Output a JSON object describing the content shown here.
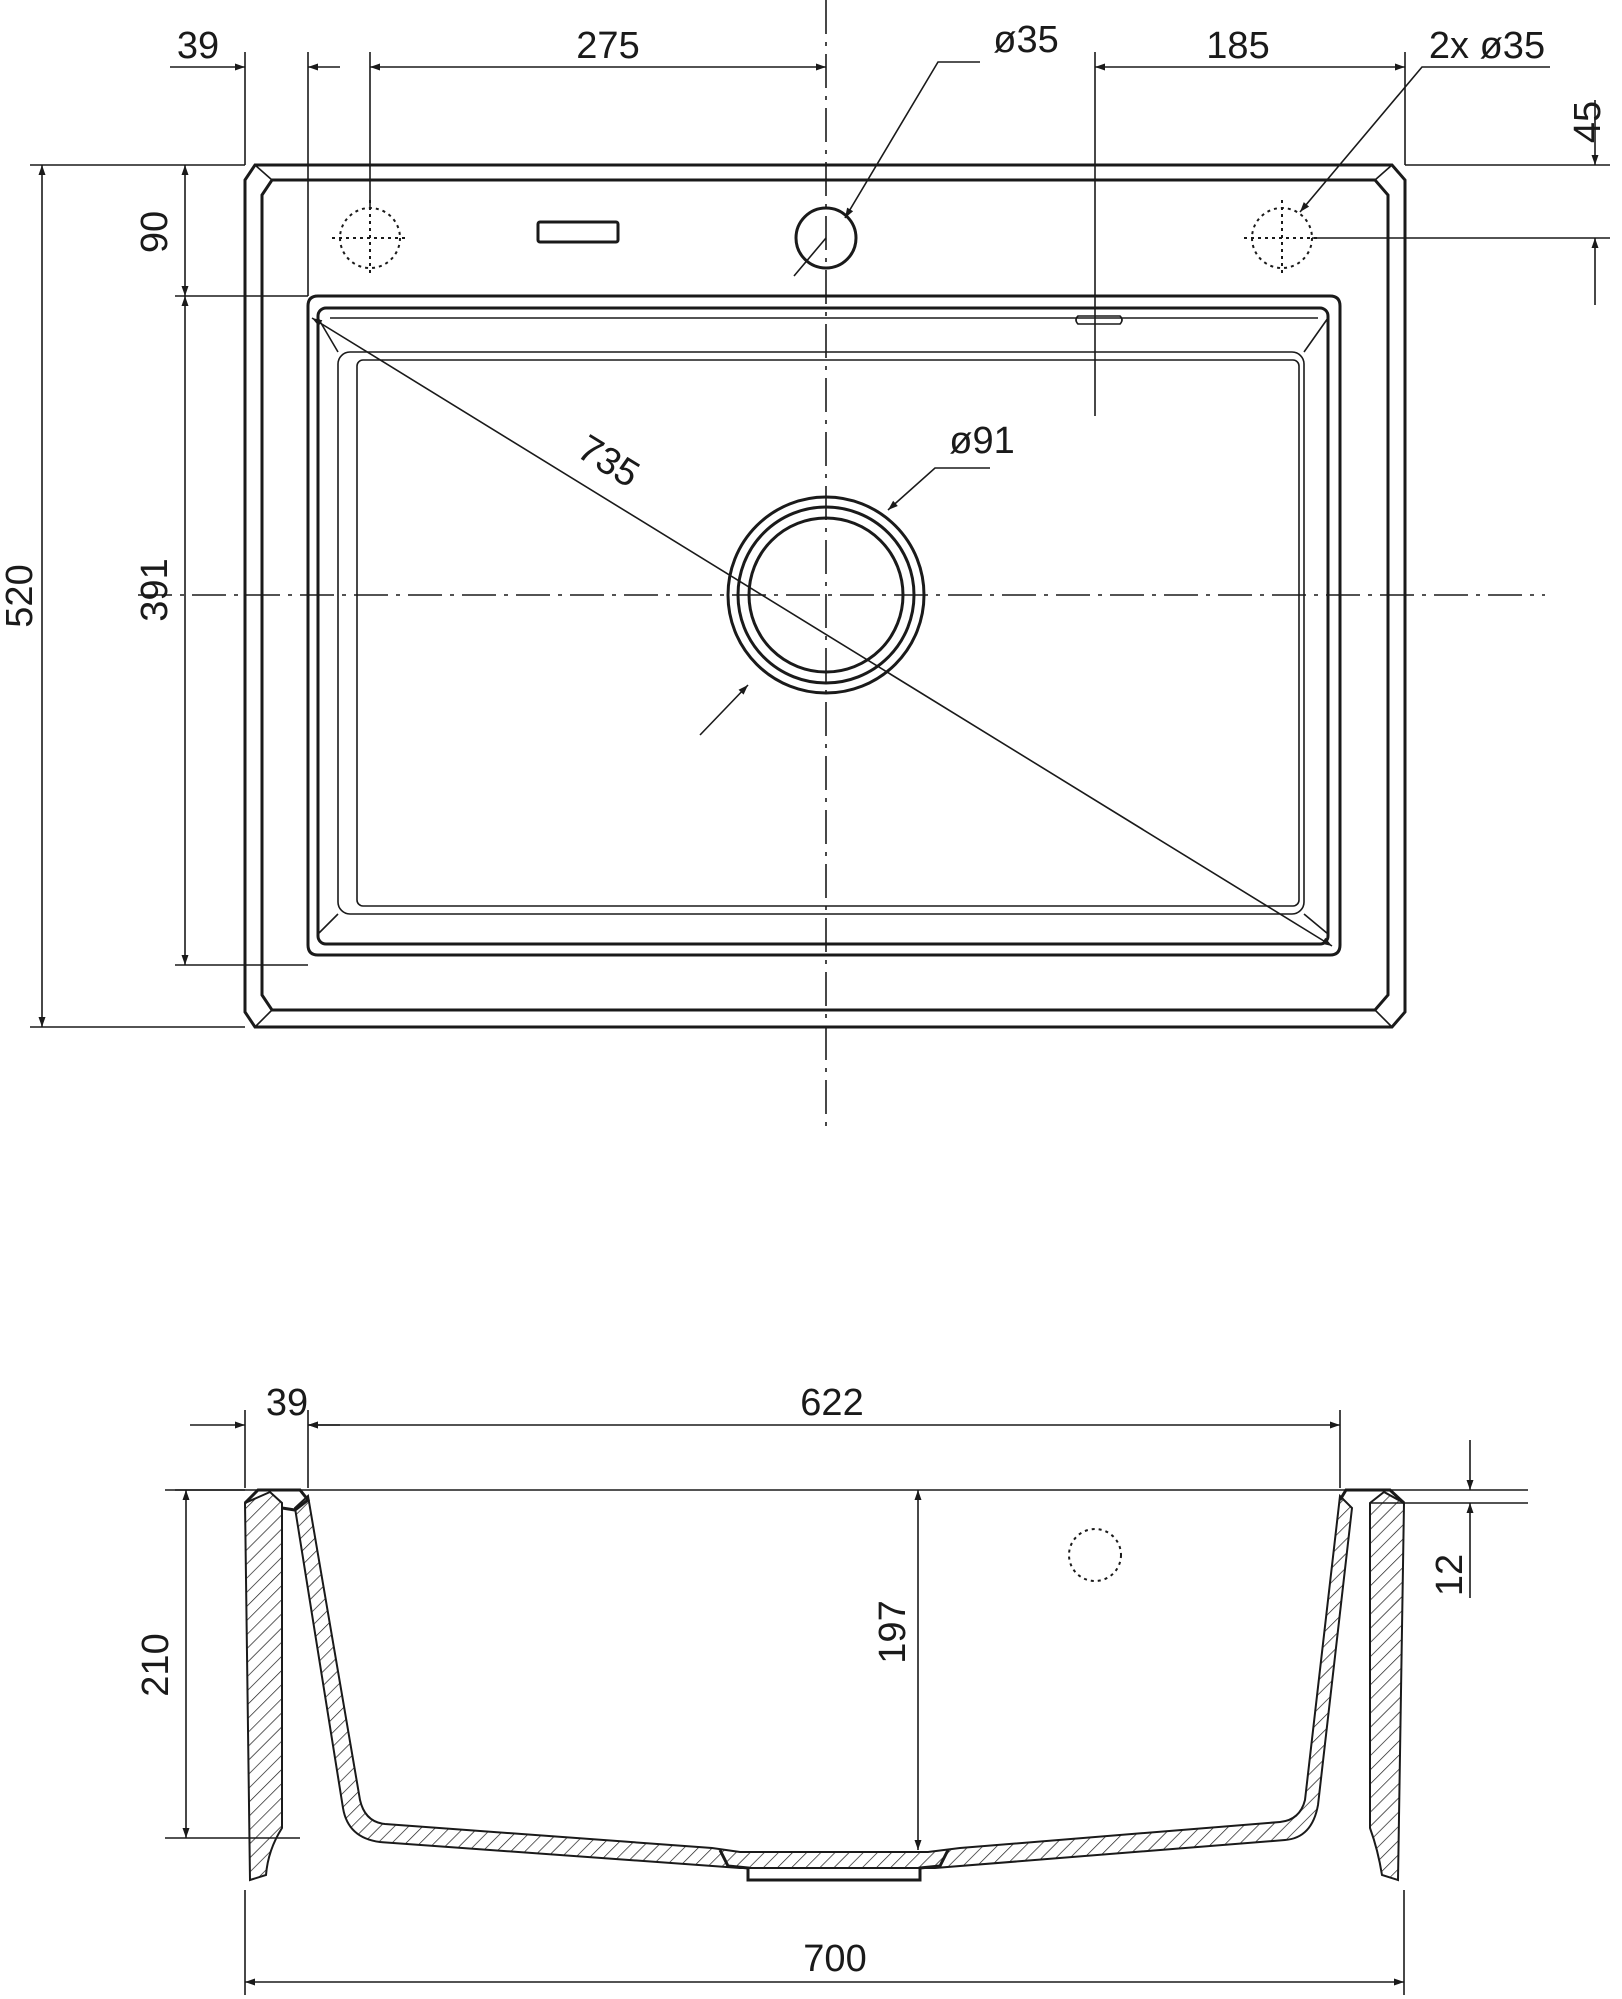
{
  "top_view": {
    "dims": {
      "rim_width": "39",
      "hole_offset": "275",
      "tap_hole": "ø35",
      "hole_spacing_right": "185",
      "side_holes": "2x ø35",
      "hole_depth": "45",
      "rim_to_bowl": "90",
      "overall_depth": "520",
      "bowl_depth": "391",
      "diagonal": "735",
      "drain": "ø91"
    }
  },
  "section_view": {
    "dims": {
      "rim_width": "39",
      "bowl_width": "622",
      "overall_height": "210",
      "bowl_height": "197",
      "rim_thickness": "12",
      "overall_width": "700"
    }
  }
}
